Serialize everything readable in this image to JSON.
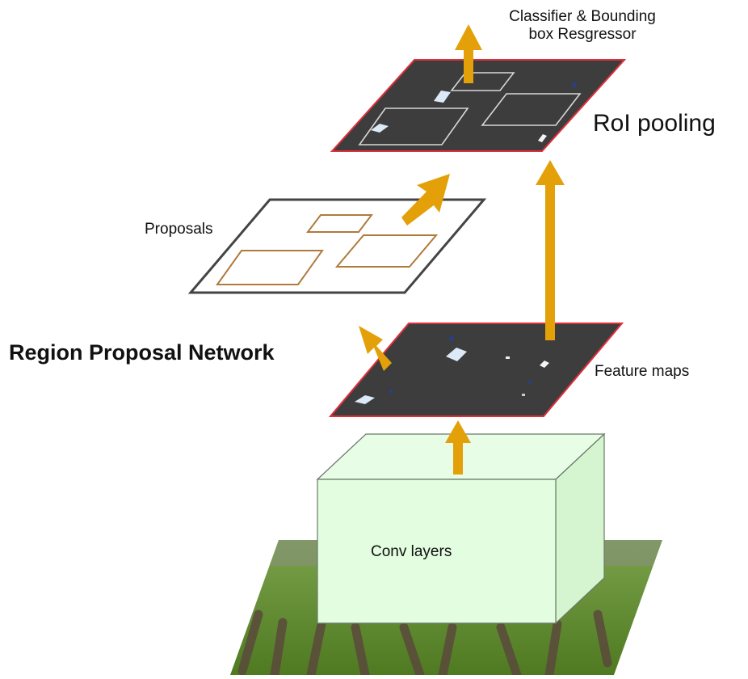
{
  "labels": {
    "classifier": "Classifier & Bounding",
    "classifier_line2": "box Resgressor",
    "roi_pooling": "RoI pooling",
    "proposals": "Proposals",
    "rpn": "Region Proposal Network",
    "feature_maps": "Feature maps",
    "conv_layers": "Conv layers"
  },
  "colors": {
    "plane_dark": "#3d3d3d",
    "plane_edge": "#e0303a",
    "proposal_plane_edge": "#444444",
    "proposal_box": "#b07a3c",
    "arrow": "#e3a008",
    "conv_fill": "#e2fde0",
    "conv_edge": "#6a7a68",
    "roi_box": "#d8d8d8",
    "grass": "#5e8a2c"
  },
  "icons": [
    "arrow-up-icon",
    "arrow-diagonal-icon"
  ]
}
